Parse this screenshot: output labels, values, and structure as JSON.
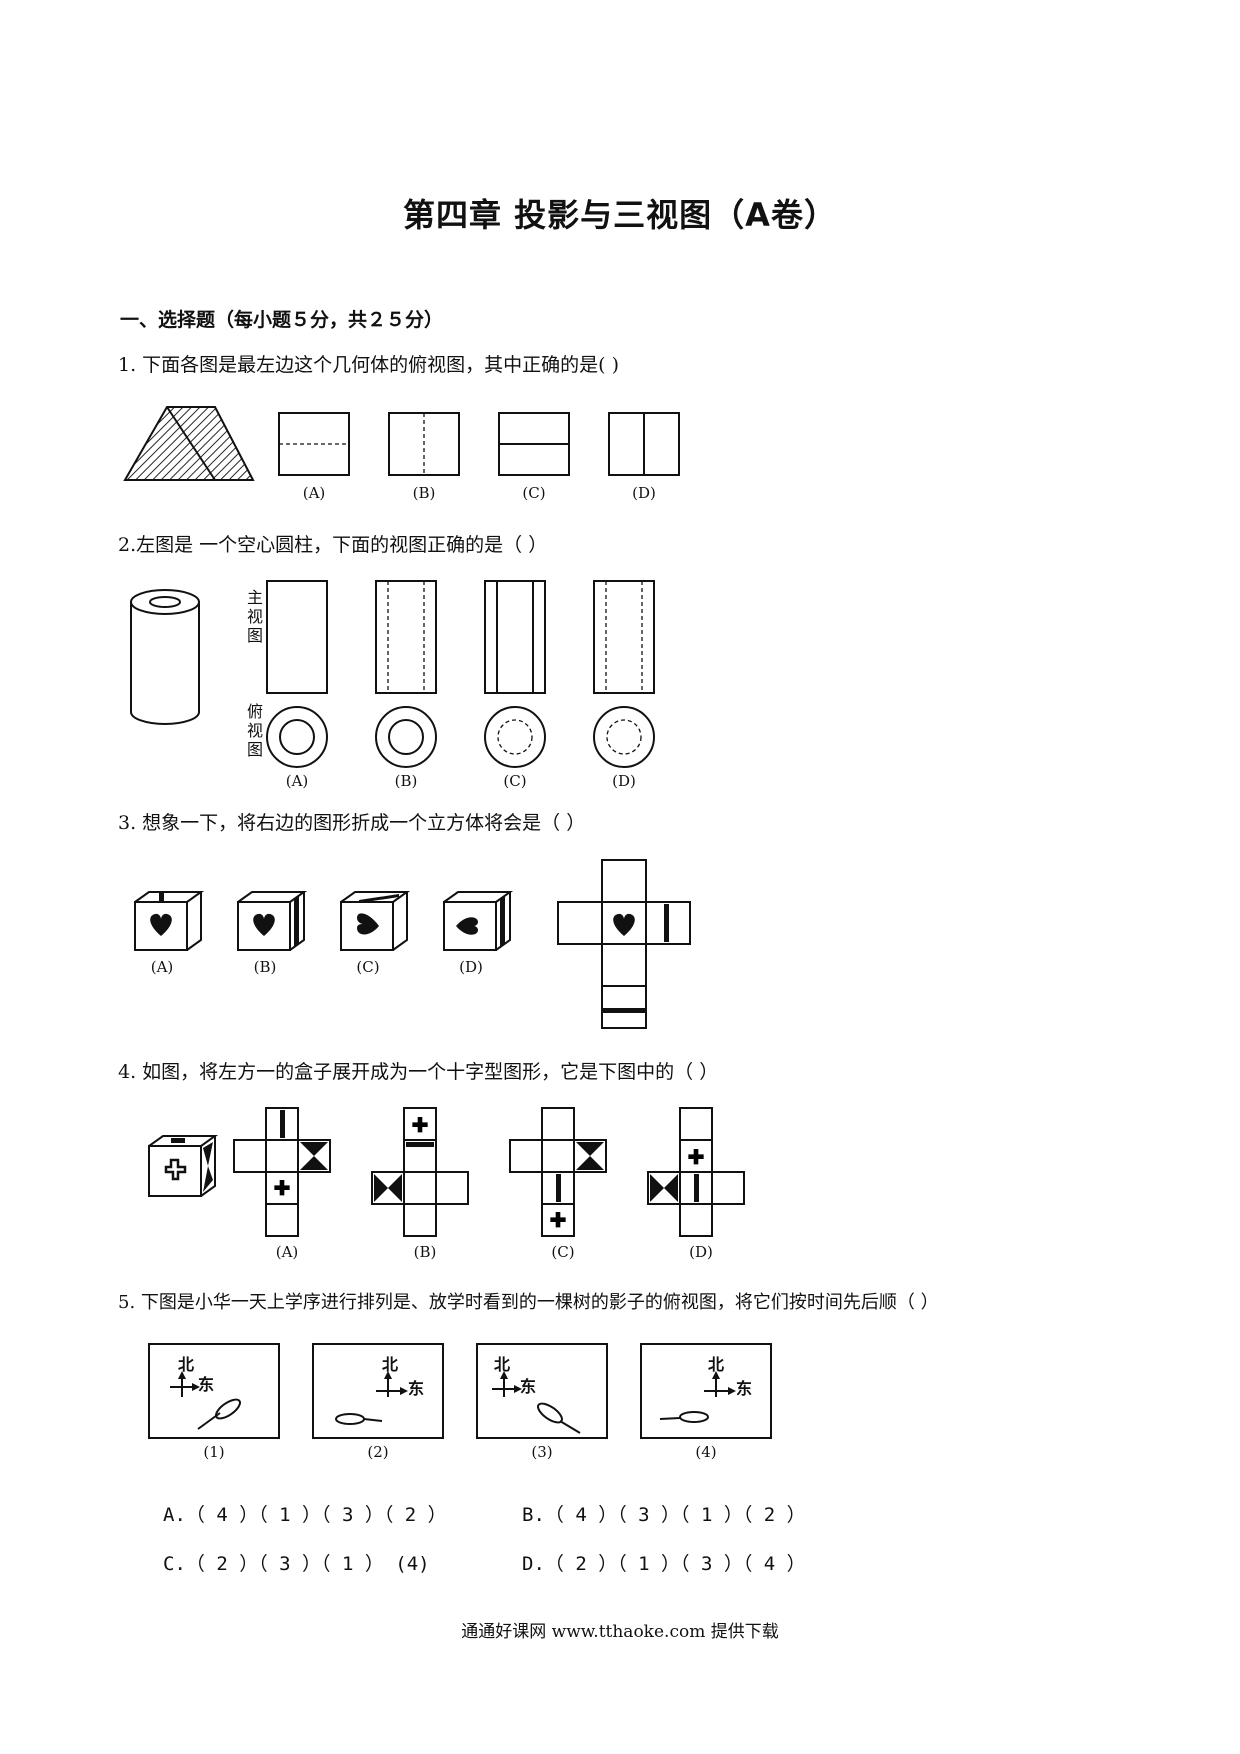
{
  "title": "第四章 投影与三视图（A卷）",
  "section": "一、选择题（每小题５分，共２５分）",
  "q1": {
    "text": "1.  下面各图是最左边这个几何体的俯视图，其中正确的是(      )",
    "options": [
      "(A)",
      "(B)",
      "(C)",
      "(D)"
    ]
  },
  "q2": {
    "text": "2.左图是 一个空心圆柱，下面的视图正确的是（   ）",
    "front_label": "主视图",
    "top_label": "俯视图",
    "options": [
      "(A)",
      "(B)",
      "(C)",
      "(D)"
    ]
  },
  "q3": {
    "text": "3.  想象一下，将右边的图形折成一个立方体将会是（      ）",
    "options": [
      "(A)",
      "(B)",
      "(C)",
      "(D)"
    ]
  },
  "q4": {
    "text": "4.  如图，将左方一的盒子展开成为一个十字型图形，它是下图中的（    ）",
    "options": [
      "(A)",
      "(B)",
      "(C)",
      "(D)"
    ]
  },
  "q5": {
    "text": "5.  下图是小华一天上学序进行排列是、放学时看到的一棵树的影子的俯视图，将它们按时间先后顺（     ）",
    "north": "北",
    "east": "东",
    "panels": [
      "(1)",
      "(2)",
      "(3)",
      "(4)"
    ],
    "answers": {
      "A": "A.（ 4 ）（ 1 ）（ 3 ）（ 2 ）",
      "B": "B.（ 4 ）（ 3 ）（ 1 ）（ 2 ）",
      "C": "C.（ 2 ）（ 3 ）（ 1 ） (4)",
      "D": "D.（ 2 ）（ 1 ）（ 3 ）（ 4 ）"
    }
  },
  "footer": "通通好课网  www.tthaoke.com  提供下载"
}
